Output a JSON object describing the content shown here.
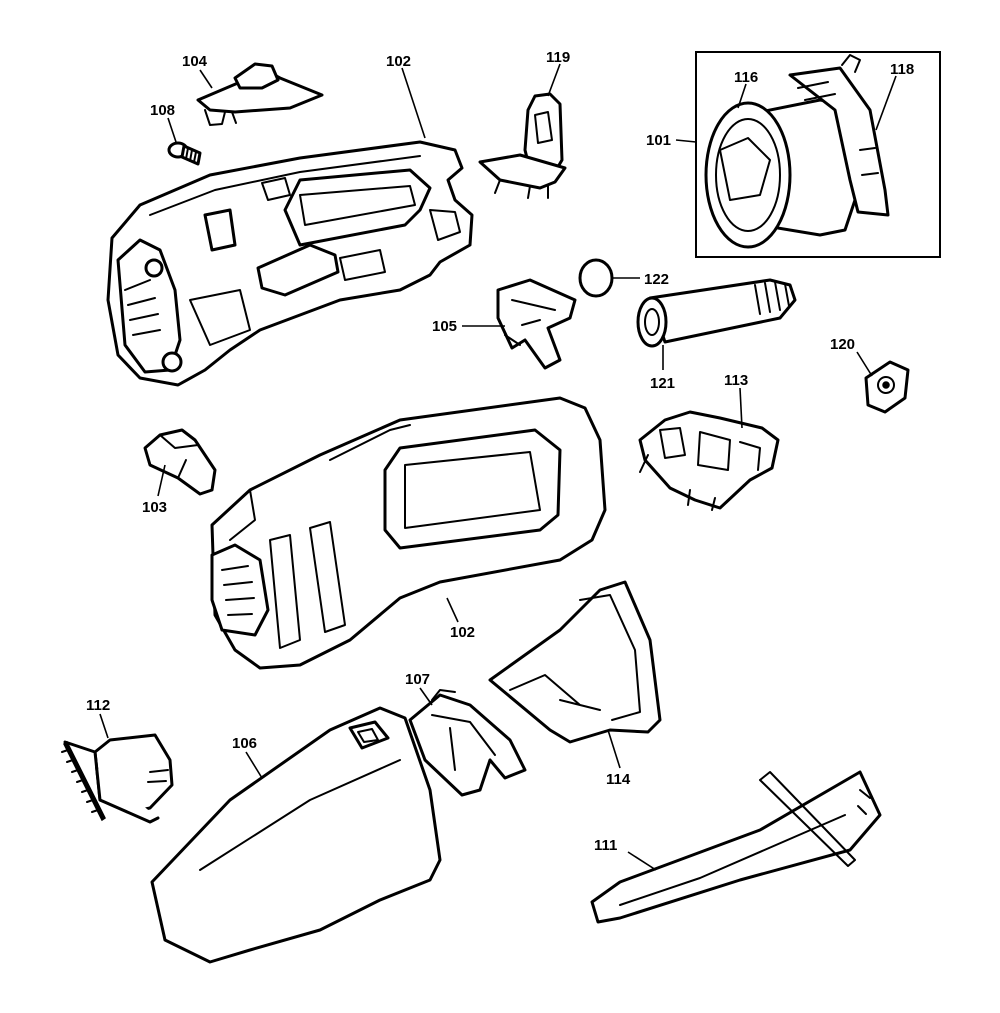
{
  "callouts": {
    "c101": "101",
    "c102_top": "102",
    "c102_bottom": "102",
    "c103": "103",
    "c104": "104",
    "c105": "105",
    "c106": "106",
    "c107": "107",
    "c108": "108",
    "c111": "111",
    "c112": "112",
    "c113": "113",
    "c114": "114",
    "c116": "116",
    "c118": "118",
    "c119": "119",
    "c120": "120",
    "c121": "121",
    "c122": "122"
  },
  "colors": {
    "line": "#000000",
    "background": "#ffffff"
  }
}
